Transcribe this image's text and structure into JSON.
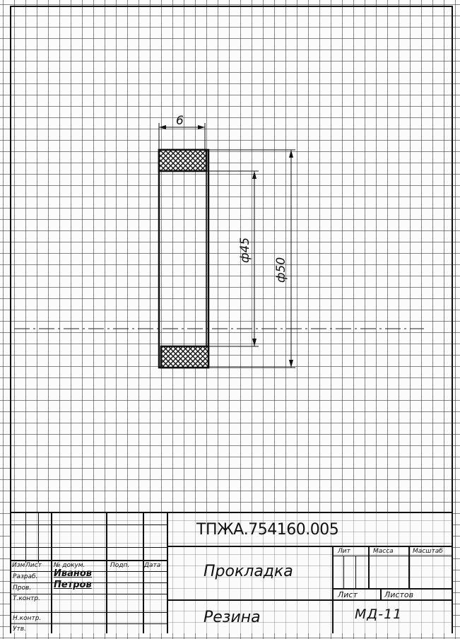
{
  "drawing": {
    "dim_width": "6",
    "dim_inner_diameter": "ф45",
    "dim_outer_diameter": "ф50"
  },
  "title_block": {
    "designation": "ТПЖА.754160.005",
    "part_name": "Прокладка",
    "material": "Резина",
    "grade": "МД-11",
    "header": {
      "izm": "Изм",
      "list": "Лист",
      "doc_no": "№ докум.",
      "sign": "Подп.",
      "date": "Дата"
    },
    "roles": {
      "developer": "Разраб.",
      "checker": "Пров.",
      "tech_control": "Т.контр.",
      "norm_control": "Н.контр.",
      "approved": "Утв."
    },
    "people": {
      "developer": "Иванов",
      "checker": "Петров"
    },
    "meta": {
      "lit": "Лит",
      "mass": "Масса",
      "scale": "Масштаб",
      "sheet": "Лист",
      "sheets": "Листов"
    }
  }
}
